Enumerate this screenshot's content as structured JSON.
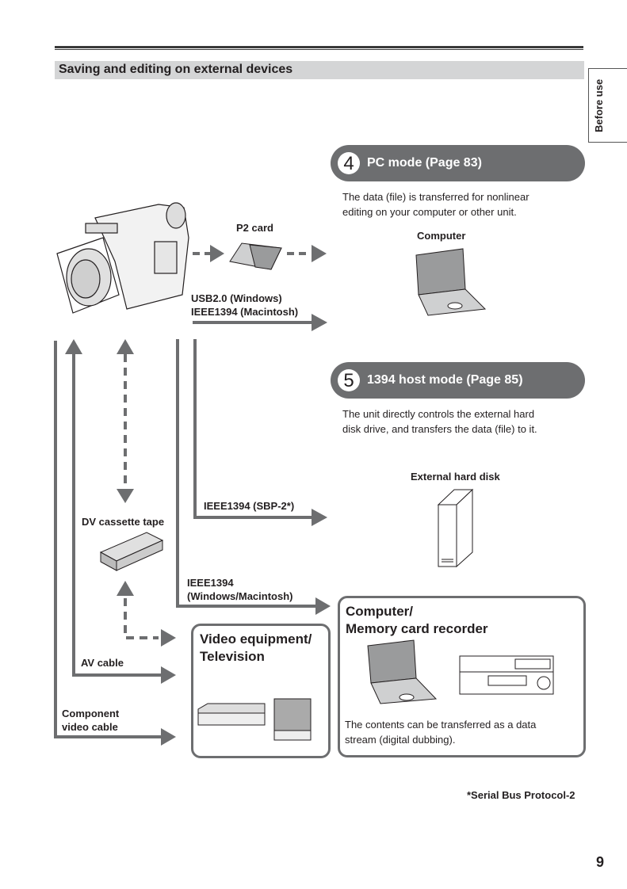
{
  "section": {
    "title": "Saving and editing on external devices",
    "side_tab": "Before use"
  },
  "pc_mode": {
    "number": "4",
    "title": "PC mode (Page 83)",
    "description_line1": "The data (file) is transferred for nonlinear",
    "description_line2": "editing on your computer or other unit.",
    "device_label": "Computer"
  },
  "host_mode": {
    "number": "5",
    "title": "1394 host mode (Page 85)",
    "description_line1": "The unit directly controls the external hard",
    "description_line2": "disk drive, and transfers the data (file) to it.",
    "device_label": "External hard disk"
  },
  "connections": {
    "p2_card": "P2 card",
    "usb_line1": "USB2.0 (Windows)",
    "usb_line2": "IEEE1394 (Macintosh)",
    "sbp2": "IEEE1394 (SBP-2*)",
    "ieee_line1": "IEEE1394",
    "ieee_line2": "(Windows/Macintosh)",
    "dv_tape": "DV cassette tape",
    "av_cable": "AV cable",
    "component_line1": "Component",
    "component_line2": "video cable"
  },
  "video_box": {
    "title_line1": "Video equipment/",
    "title_line2": "Television"
  },
  "recorder_box": {
    "title_line1": "Computer/",
    "title_line2": "Memory card recorder",
    "description_line1": "The contents can be transferred as a data",
    "description_line2": "stream (digital dubbing)."
  },
  "footnote": "*Serial Bus Protocol-2",
  "page_number": "9"
}
